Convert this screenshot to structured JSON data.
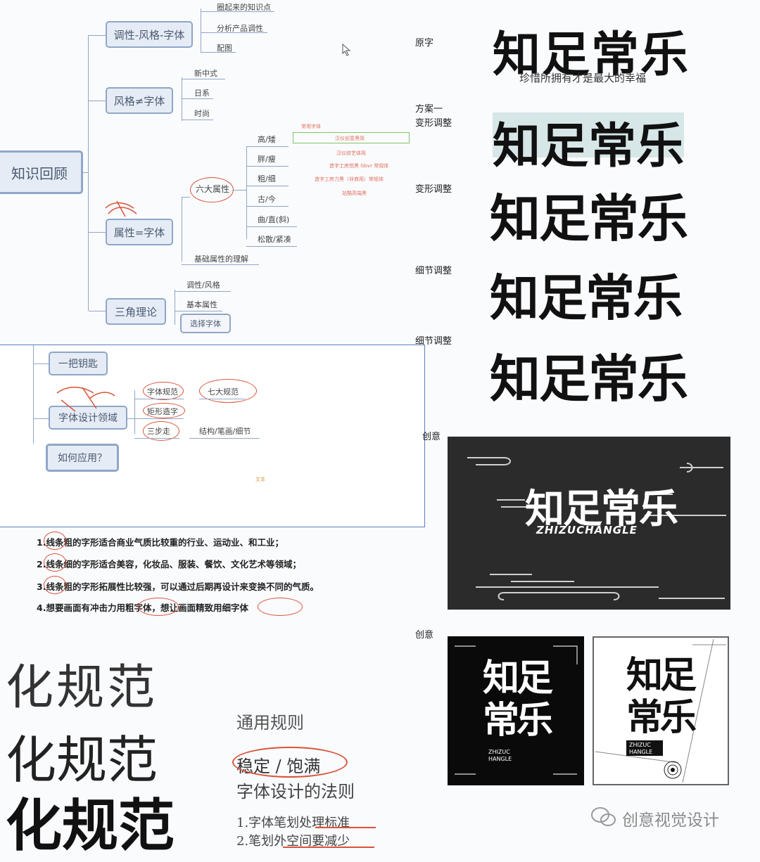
{
  "mindmap1": {
    "root": "知识回顾",
    "branches": [
      {
        "label": "调性-风格-字体",
        "children": [
          "圈起来的知识点",
          "分析产品调性",
          "配图"
        ]
      },
      {
        "label": "风格≠字体",
        "children": [
          "新中式",
          "日系",
          "时尚"
        ]
      },
      {
        "label": "属性=字体",
        "sub": "六大属性",
        "attrs": [
          "高/矮",
          "胖/瘦",
          "粗/细",
          "古/今",
          "曲/直(斜)",
          "松散/紧凑"
        ],
        "extra": "基础属性的理解"
      },
      {
        "label": "三角理论",
        "children": [
          "调性/风格",
          "基本属性",
          "选择字体"
        ]
      }
    ],
    "red_notes": [
      "常用字体",
      "汉仪创意黑简",
      "汉仪综艺体简",
      "造字工房悦黑 Gbvr 常规体",
      "造字工房力黑（非商用）常规体",
      "站酷高端黑"
    ]
  },
  "mindmap2": {
    "nodes": [
      "一把钥匙",
      "字体设计领域",
      "如何应用？"
    ],
    "children": [
      "字体规范",
      "七大规范",
      "矩形造字",
      "三步走",
      "结构/笔画/细节"
    ],
    "small_note": "文本"
  },
  "notes": [
    "1.线条粗的字形适合商业气质比较重的行业、运动业、和工业；",
    "2.线条细的字形适合美容，化妆品、服装、餐饮、文化艺术等领域；",
    "3.线条粗的字形拓展性比较强，可以通过后期再设计来变换不同的气质。",
    "4.想要画面有冲击力用粗字体，想让画面精致用细字体"
  ],
  "bottom_left": {
    "samples": [
      "化规范",
      "化规范",
      "化规范"
    ]
  },
  "rules": {
    "title": "通用规则",
    "stable": "稳定 / 饱满",
    "law": "字体设计的法则",
    "items": [
      "1.字体笔划处理标准",
      "2.笔划外空间要减少"
    ]
  },
  "right_panel": {
    "labels": [
      "原字",
      "方案一\n变形调整",
      "变形调整",
      "细节调整",
      "细节调整",
      "创意",
      "创意"
    ],
    "word": "知足常乐",
    "subtitle": "珍惜所拥有才是最大的幸福",
    "pinyin": "ZHIZUCHANGLE",
    "split_pinyin": [
      "ZHIZUC",
      "HANGLE"
    ]
  },
  "watermark": "创意视觉设计"
}
